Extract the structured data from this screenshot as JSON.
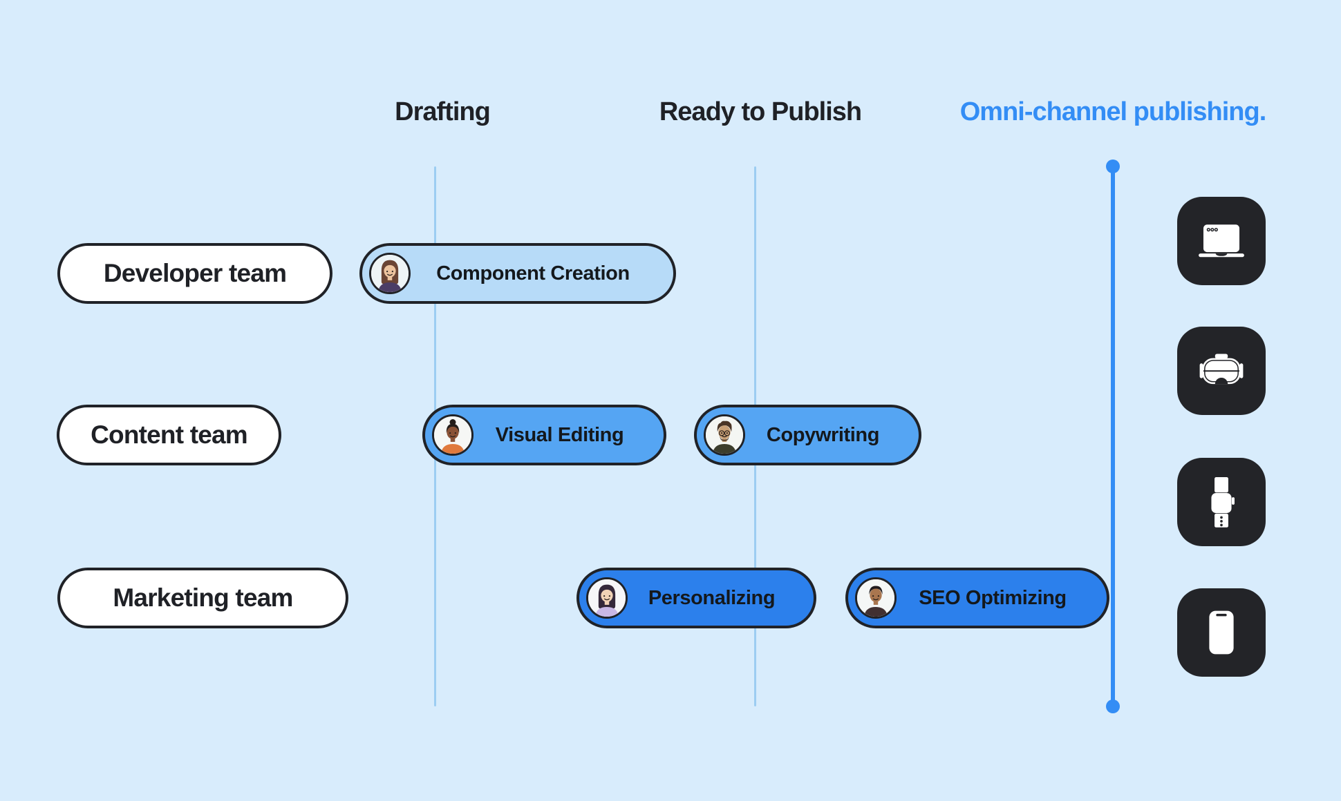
{
  "colors": {
    "background": "#d8ecfc",
    "accent_blue": "#338df5",
    "guide_line_blue": "#9ccdf2",
    "dark_outline": "#202227",
    "header_text_dark": "#1f2126",
    "task_pill_light_blue": "#b7dbf8",
    "task_pill_medium_blue": "#55a5f3",
    "task_pill_strong_blue": "#2c80ec"
  },
  "columns": [
    {
      "label": "Drafting",
      "color": "#1f2126"
    },
    {
      "label": "Ready to Publish",
      "color": "#1f2126"
    },
    {
      "label": "Omni-channel publishing.",
      "color": "#338df5"
    }
  ],
  "teams": [
    {
      "label": "Developer team"
    },
    {
      "label": "Content team"
    },
    {
      "label": "Marketing team"
    }
  ],
  "tasks": [
    {
      "label": "Component Creation",
      "team": "Developer team",
      "column": "Drafting",
      "avatar": "woman-long-brown-hair",
      "pill_color": "#b7dbf8"
    },
    {
      "label": "Visual Editing",
      "team": "Content team",
      "column": "Drafting",
      "avatar": "woman-dark-skin-bun",
      "pill_color": "#55a5f3"
    },
    {
      "label": "Copywriting",
      "team": "Content team",
      "column": "Ready to Publish",
      "avatar": "man-curly-hair-glasses",
      "pill_color": "#55a5f3"
    },
    {
      "label": "Personalizing",
      "team": "Marketing team",
      "column": "Ready to Publish",
      "avatar": "woman-long-dark-hair",
      "pill_color": "#2c80ec"
    },
    {
      "label": "SEO Optimizing",
      "team": "Marketing team",
      "column": "Ready to Publish",
      "avatar": "man-short-dark-hair",
      "pill_color": "#2c80ec"
    }
  ],
  "devices": [
    {
      "icon": "laptop-icon"
    },
    {
      "icon": "vr-headset-icon"
    },
    {
      "icon": "smartwatch-icon"
    },
    {
      "icon": "smartphone-icon"
    }
  ],
  "avatar_palettes": {
    "woman-long-brown-hair": {
      "skin": "#edc39e",
      "hair": "#6b4434",
      "top": "#4b3d66",
      "bg": "#eef4f6"
    },
    "woman-dark-skin-bun": {
      "skin": "#8a5236",
      "hair": "#241d1a",
      "top": "#e0793c",
      "bg": "#f6f7f5"
    },
    "man-curly-hair-glasses": {
      "skin": "#c9a076",
      "hair": "#4a3526",
      "top": "#3c3d2c",
      "bg": "#f4f6f3"
    },
    "woman-long-dark-hair": {
      "skin": "#f0d2b6",
      "hair": "#35283a",
      "top": "#c9b8e6",
      "bg": "#f6f6f8"
    },
    "man-short-dark-hair": {
      "skin": "#a9764f",
      "hair": "#221c1e",
      "top": "#413031",
      "bg": "#f5f7f6"
    }
  }
}
